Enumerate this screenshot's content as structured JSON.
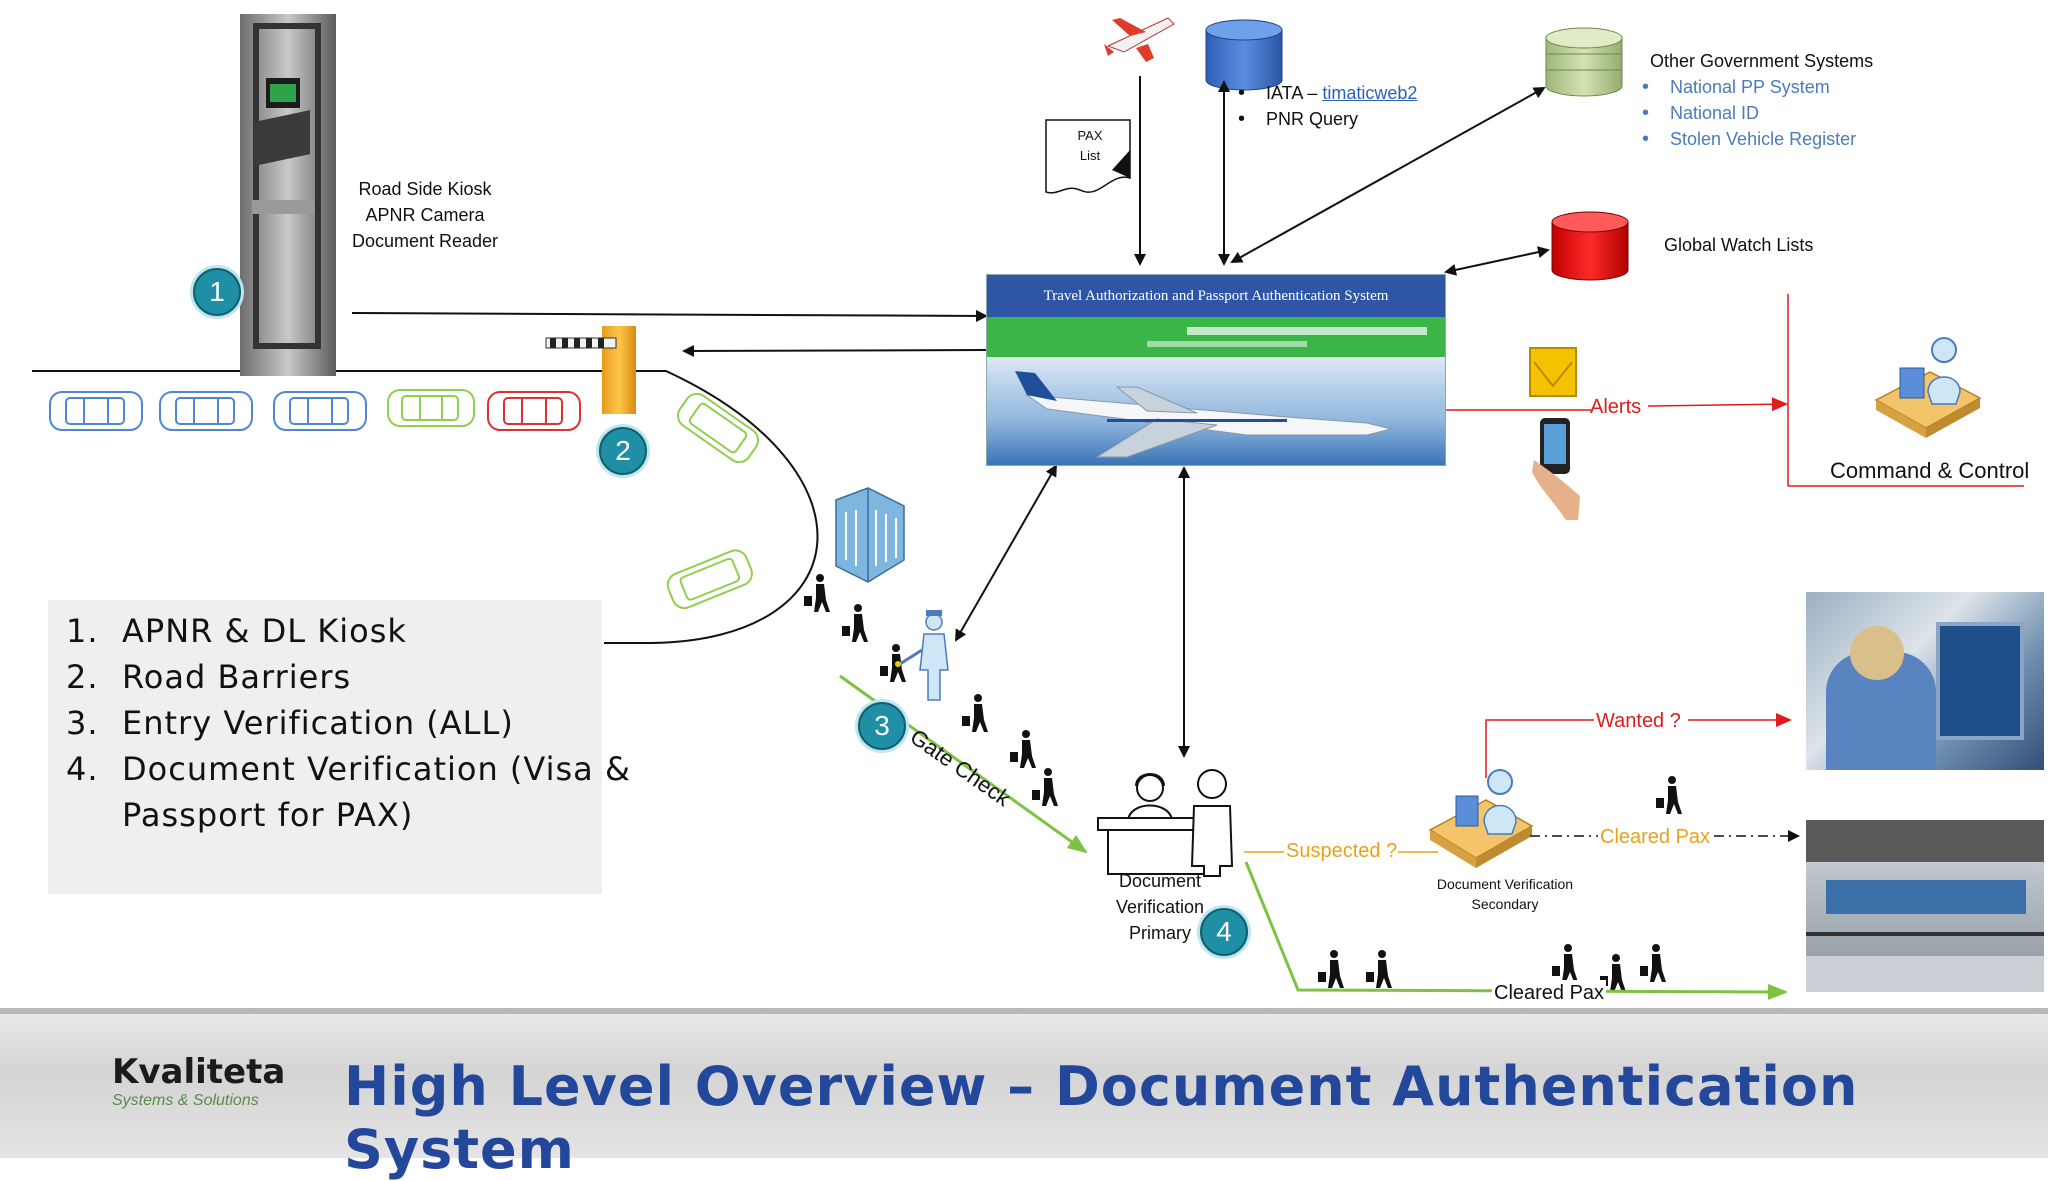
{
  "kiosk": {
    "label_lines": [
      "Road Side Kiosk",
      "APNR Camera",
      "Document Reader"
    ],
    "badge": "1"
  },
  "barrier": {
    "badge": "2"
  },
  "gate": {
    "badge": "3",
    "label": "Gate Check"
  },
  "primary": {
    "label_lines": [
      "Document",
      "Verification",
      "Primary"
    ],
    "badge": "4"
  },
  "pax_list": {
    "label_lines": [
      "PAX",
      "List"
    ]
  },
  "iata": {
    "items": [
      {
        "prefix": "IATA – ",
        "link": "timaticweb2"
      },
      {
        "prefix": "PNR Query"
      }
    ]
  },
  "other_gov": {
    "title": "Other Government Systems",
    "items": [
      "National PP System",
      "National ID",
      "Stolen Vehicle Register"
    ]
  },
  "watch_lists": {
    "label": "Global Watch Lists"
  },
  "system": {
    "title": "Travel Authorization and Passport Authentication System"
  },
  "alerts": {
    "label": "Alerts"
  },
  "command": {
    "label": "Command & Control"
  },
  "secondary": {
    "label_lines": [
      "Document Verification",
      "Secondary"
    ]
  },
  "flows": {
    "wanted": "Wanted ?",
    "suspected": "Suspected ?",
    "cleared_secondary": "Cleared Pax",
    "cleared_primary": "Cleared Pax"
  },
  "legend": {
    "items": [
      {
        "num": "1.",
        "text": "APNR & DL Kiosk"
      },
      {
        "num": "2.",
        "text": "Road Barriers"
      },
      {
        "num": "3.",
        "text": "Entry Verification (ALL)"
      },
      {
        "num": "4.",
        "text": "Document Verification (Visa &"
      },
      {
        "num": "",
        "text": "Passport for PAX)"
      }
    ]
  },
  "footer": {
    "brand": "Kvaliteta",
    "brand_sub": "Systems & Solutions",
    "title": "High Level Overview – Document Authentication System"
  },
  "colors": {
    "accent_teal": "#1f8fa6",
    "title_blue": "#23479a",
    "alert_red": "#e01b1b",
    "flow_green": "#7dc242",
    "flow_orange": "#e8a21a",
    "list_blue": "#4a7bbd"
  }
}
